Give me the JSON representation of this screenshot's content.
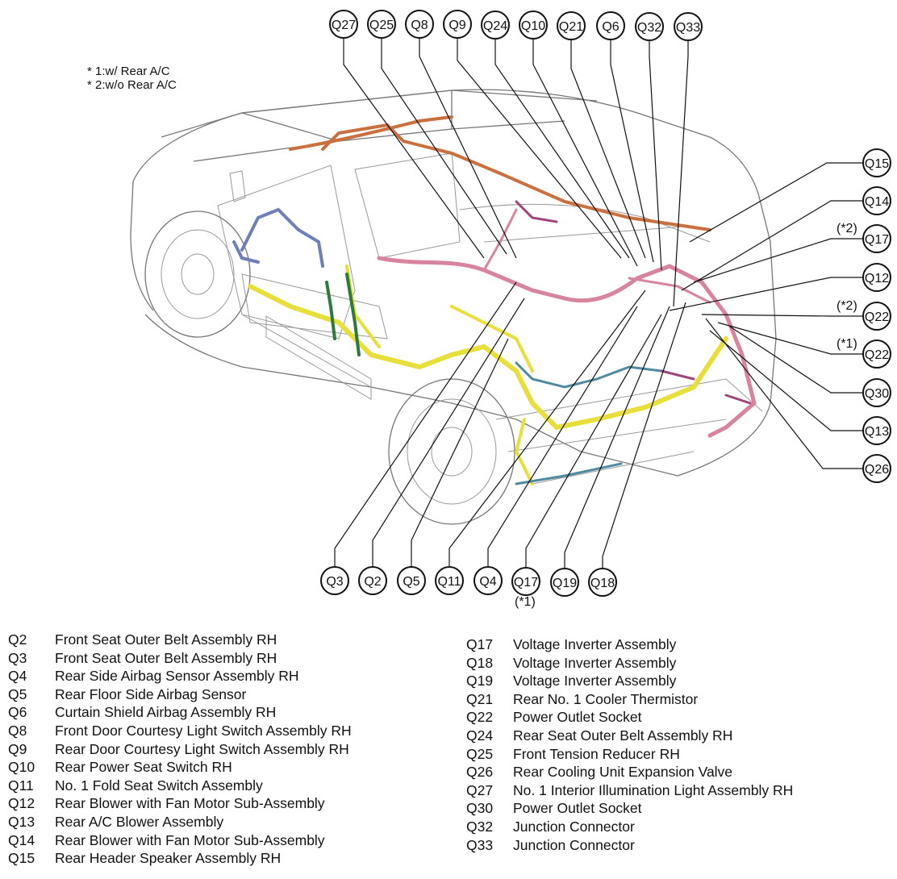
{
  "notes": [
    "* 1:w/ Rear A/C",
    "* 2:w/o Rear A/C"
  ],
  "colors": {
    "harness_yellow": "#e8df3a",
    "harness_pink": "#d9849e",
    "harness_orange": "#c9703e",
    "harness_blue": "#6f7fb8",
    "harness_green": "#2e7a3c",
    "harness_teal": "#4f8aa0",
    "harness_magenta": "#a0457a"
  },
  "callouts": [
    {
      "id": "Q27",
      "label": "Q27"
    },
    {
      "id": "Q25",
      "label": "Q25"
    },
    {
      "id": "Q8",
      "label": "Q8"
    },
    {
      "id": "Q9",
      "label": "Q9"
    },
    {
      "id": "Q24",
      "label": "Q24"
    },
    {
      "id": "Q10",
      "label": "Q10"
    },
    {
      "id": "Q21",
      "label": "Q21"
    },
    {
      "id": "Q6",
      "label": "Q6"
    },
    {
      "id": "Q32",
      "label": "Q32"
    },
    {
      "id": "Q33",
      "label": "Q33"
    },
    {
      "id": "Q15",
      "label": "Q15"
    },
    {
      "id": "Q14",
      "label": "Q14"
    },
    {
      "id": "Q17r",
      "label": "Q17",
      "note": "(*2)"
    },
    {
      "id": "Q12",
      "label": "Q12"
    },
    {
      "id": "Q22a",
      "label": "Q22",
      "note": "(*2)"
    },
    {
      "id": "Q22b",
      "label": "Q22",
      "note": "(*1)"
    },
    {
      "id": "Q30",
      "label": "Q30"
    },
    {
      "id": "Q13",
      "label": "Q13"
    },
    {
      "id": "Q26",
      "label": "Q26"
    },
    {
      "id": "Q3",
      "label": "Q3"
    },
    {
      "id": "Q2",
      "label": "Q2"
    },
    {
      "id": "Q5",
      "label": "Q5"
    },
    {
      "id": "Q11",
      "label": "Q11"
    },
    {
      "id": "Q4",
      "label": "Q4"
    },
    {
      "id": "Q17b",
      "label": "Q17",
      "note": "(*1)"
    },
    {
      "id": "Q19",
      "label": "Q19"
    },
    {
      "id": "Q18",
      "label": "Q18"
    }
  ],
  "legend_left": [
    {
      "code": "Q2",
      "desc": "Front Seat Outer Belt Assembly RH"
    },
    {
      "code": "Q3",
      "desc": "Front Seat Outer Belt Assembly RH"
    },
    {
      "code": "Q4",
      "desc": "Rear Side Airbag Sensor Assembly RH"
    },
    {
      "code": "Q5",
      "desc": "Rear Floor Side Airbag Sensor"
    },
    {
      "code": "Q6",
      "desc": "Curtain Shield Airbag Assembly RH"
    },
    {
      "code": "Q8",
      "desc": "Front Door Courtesy Light Switch Assembly RH"
    },
    {
      "code": "Q9",
      "desc": "Rear Door Courtesy Light Switch Assembly RH"
    },
    {
      "code": "Q10",
      "desc": "Rear Power Seat Switch RH"
    },
    {
      "code": "Q11",
      "desc": "No. 1 Fold Seat Switch Assembly"
    },
    {
      "code": "Q12",
      "desc": "Rear Blower with Fan Motor Sub-Assembly"
    },
    {
      "code": "Q13",
      "desc": "Rear A/C Blower Assembly"
    },
    {
      "code": "Q14",
      "desc": "Rear Blower with Fan Motor Sub-Assembly"
    },
    {
      "code": "Q15",
      "desc": "Rear Header Speaker Assembly RH"
    }
  ],
  "legend_right": [
    {
      "code": "Q17",
      "desc": "Voltage Inverter Assembly"
    },
    {
      "code": "Q18",
      "desc": "Voltage Inverter Assembly"
    },
    {
      "code": "Q19",
      "desc": "Voltage Inverter Assembly"
    },
    {
      "code": "Q21",
      "desc": "Rear No. 1 Cooler Thermistor"
    },
    {
      "code": "Q22",
      "desc": "Power Outlet Socket"
    },
    {
      "code": "Q24",
      "desc": "Rear Seat Outer Belt Assembly RH"
    },
    {
      "code": "Q25",
      "desc": "Front Tension Reducer RH"
    },
    {
      "code": "Q26",
      "desc": "Rear Cooling Unit Expansion Valve"
    },
    {
      "code": "Q27",
      "desc": "No. 1 Interior Illumination Light Assembly RH"
    },
    {
      "code": "Q30",
      "desc": "Power Outlet Socket"
    },
    {
      "code": "Q32",
      "desc": "Junction Connector"
    },
    {
      "code": "Q33",
      "desc": "Junction Connector"
    }
  ]
}
